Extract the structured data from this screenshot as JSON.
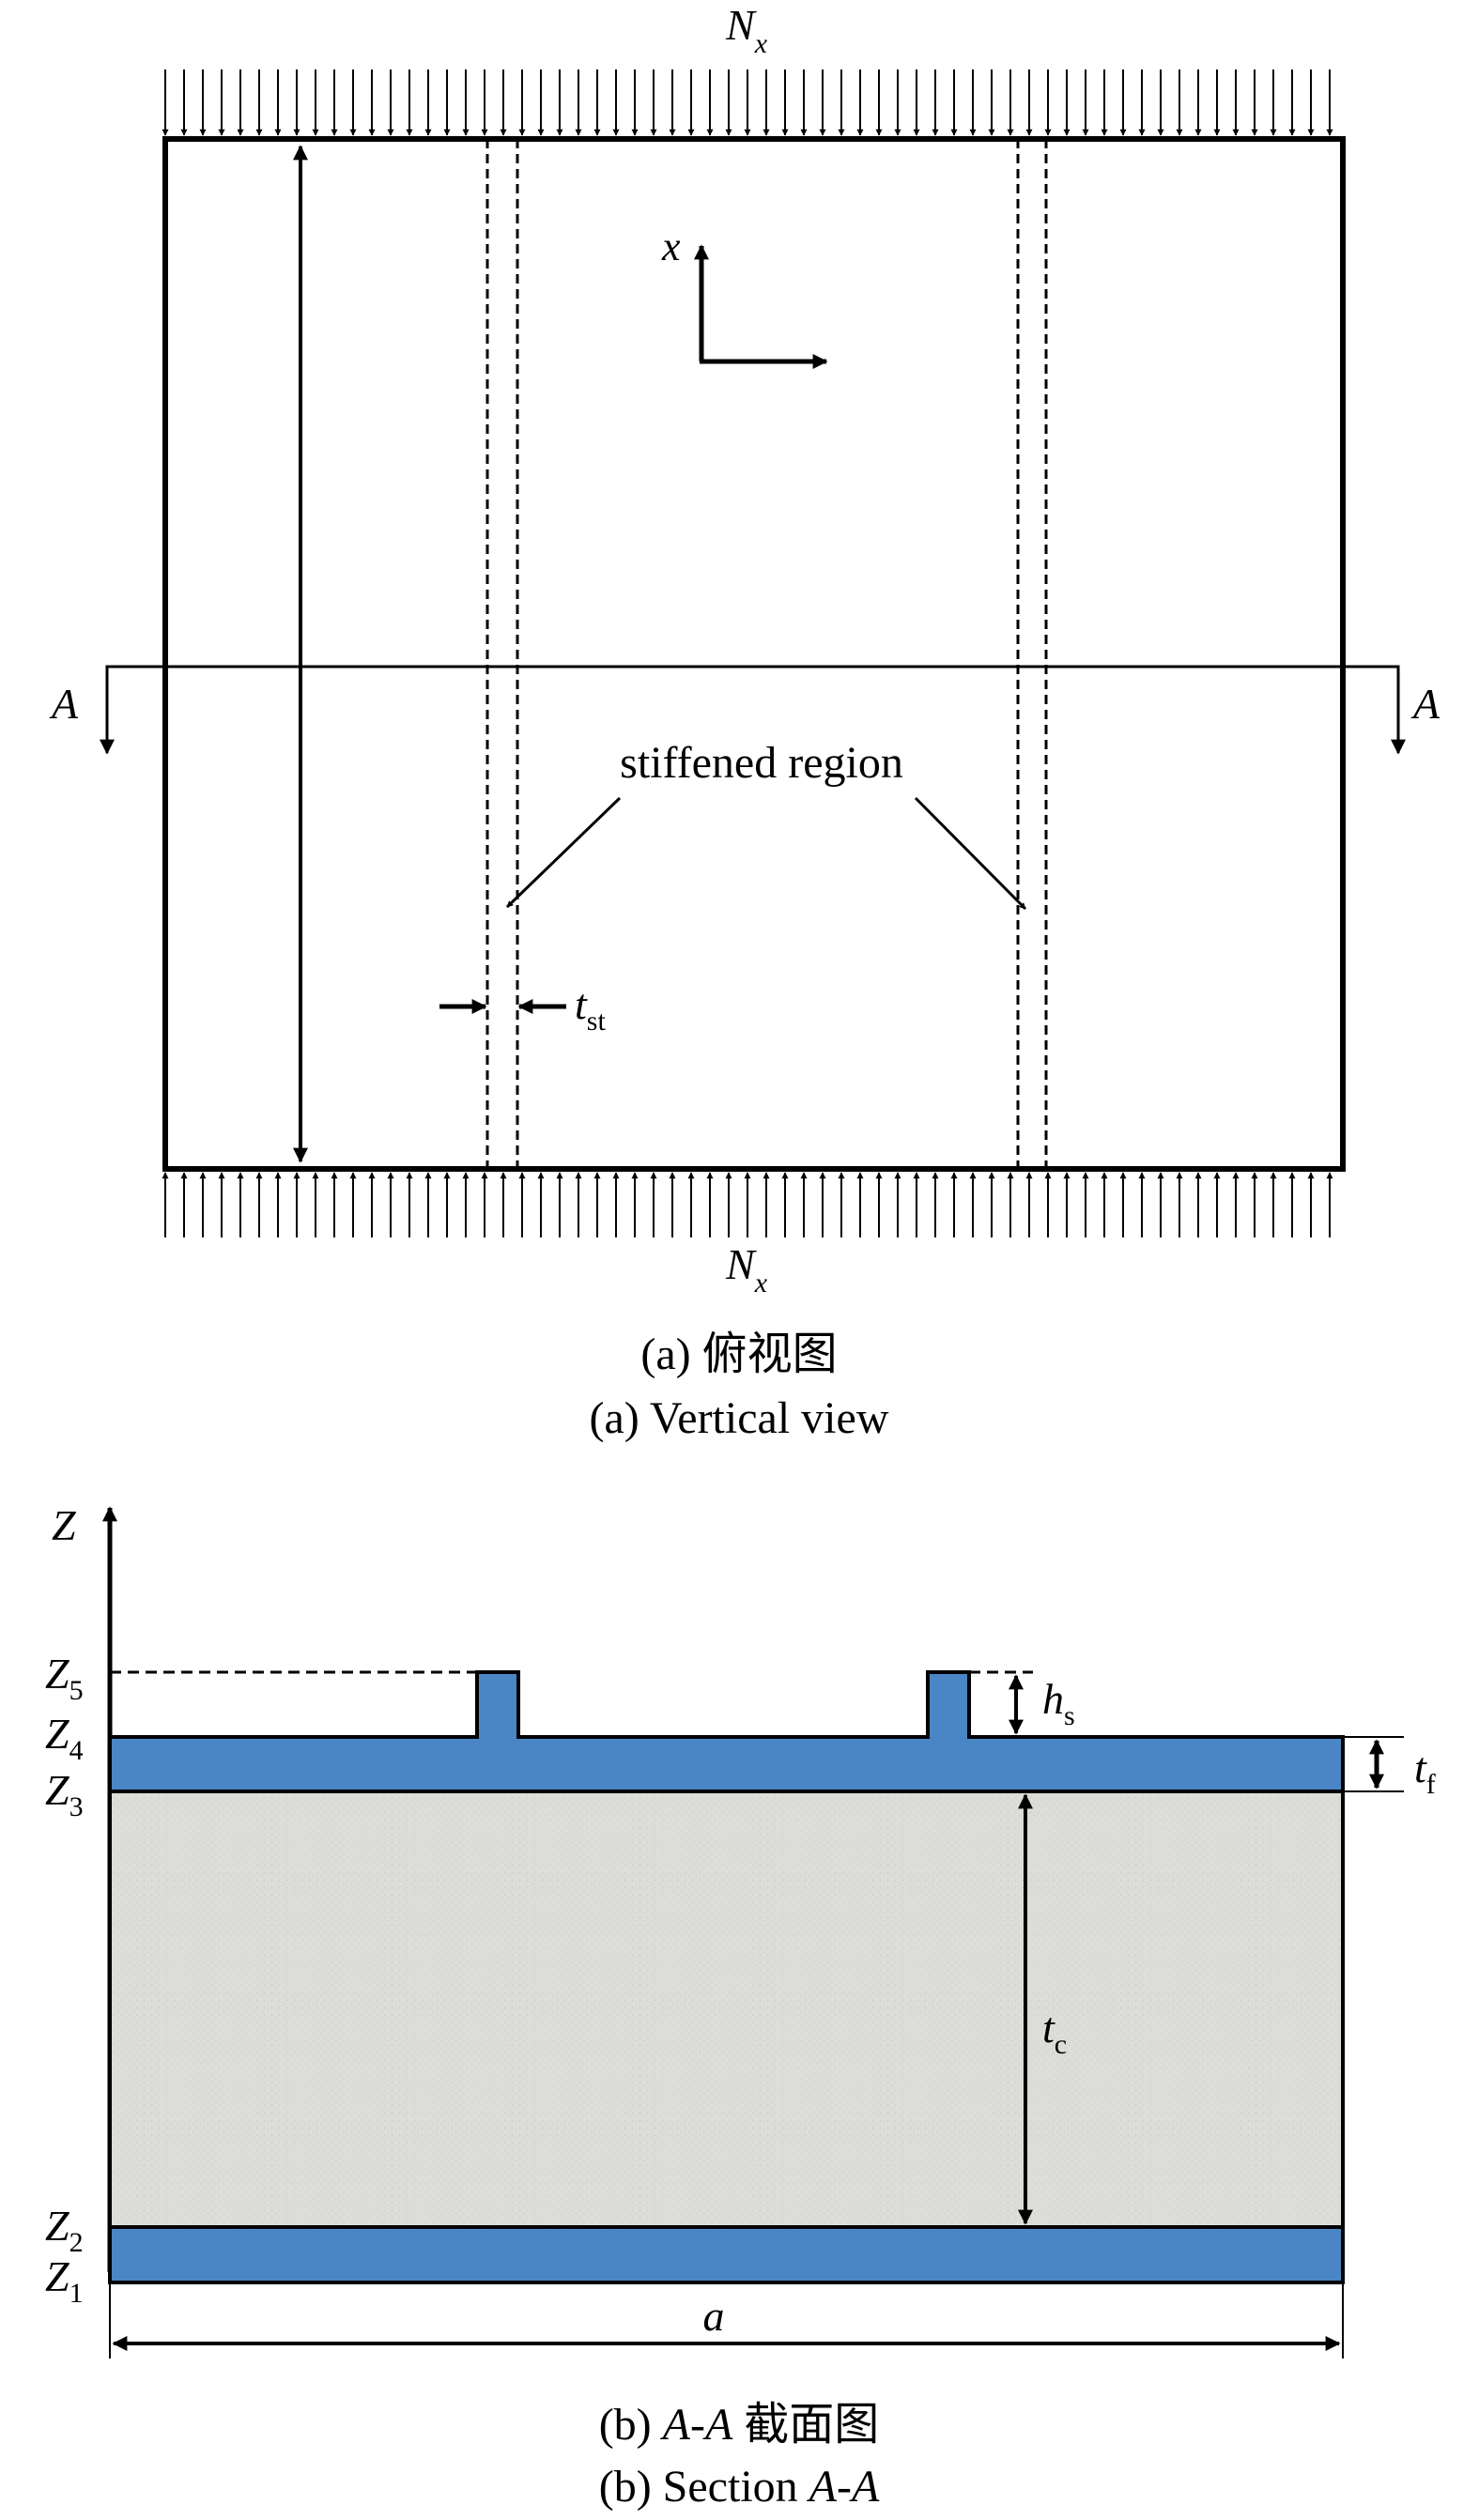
{
  "top_view": {
    "load_top": {
      "symbol": "N",
      "subscript": "x"
    },
    "load_bottom": {
      "symbol": "N",
      "subscript": "x"
    },
    "axis": {
      "label": "x"
    },
    "section_marker_left": "A",
    "section_marker_right": "A",
    "stiffened_label": "stiffened region",
    "stiffener_thickness": {
      "symbol": "t",
      "subscript": "st"
    }
  },
  "caption_a": {
    "prefix": "(a)",
    "chinese": "俯视图",
    "english": "(a) Vertical view"
  },
  "section_view": {
    "z_axis_label": "Z",
    "levels": [
      {
        "symbol": "Z",
        "subscript": "5"
      },
      {
        "symbol": "Z",
        "subscript": "4"
      },
      {
        "symbol": "Z",
        "subscript": "3"
      },
      {
        "symbol": "Z",
        "subscript": "2"
      },
      {
        "symbol": "Z",
        "subscript": "1"
      }
    ],
    "stiffener_height": {
      "symbol": "h",
      "subscript": "s"
    },
    "face_thickness": {
      "symbol": "t",
      "subscript": "f"
    },
    "core_thickness": {
      "symbol": "t",
      "subscript": "c"
    },
    "width_label": "a",
    "face_color": "#4a86c5",
    "core_color": "#d9d9d6"
  },
  "caption_b": {
    "prefix": "(b)",
    "section_name": "A-A",
    "chinese": "截面图",
    "english_prefix": "(b) Section",
    "english_section": "A-A"
  }
}
